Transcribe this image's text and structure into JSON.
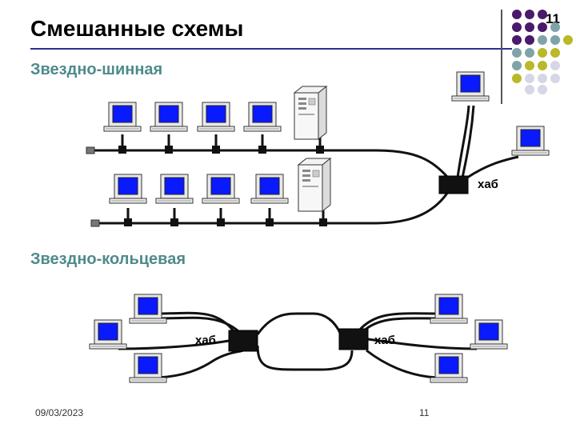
{
  "slide": {
    "title": "Смешанные схемы",
    "corner_number": "11",
    "section_bus": "Звездно-шинная",
    "section_ring": "Звездно-кольцевая",
    "footer_date": "09/03/2023",
    "footer_page": "11"
  },
  "labels": {
    "hub_top": "хаб",
    "hub_ring_left": "хаб",
    "hub_ring_right": "хаб"
  },
  "colors": {
    "accent_line": "#2b2f8f",
    "section_heading": "#4f8a8b",
    "dot_purple": "#4a1a6b",
    "dot_teal": "#7fa3a8",
    "dot_olive": "#b9b92a",
    "dot_lavender": "#d6d6e6",
    "screen_blue": "#0a1aff"
  },
  "icons": {
    "workstation": "computer-workstation-icon",
    "server": "server-tower-icon",
    "hub": "network-hub-icon"
  }
}
